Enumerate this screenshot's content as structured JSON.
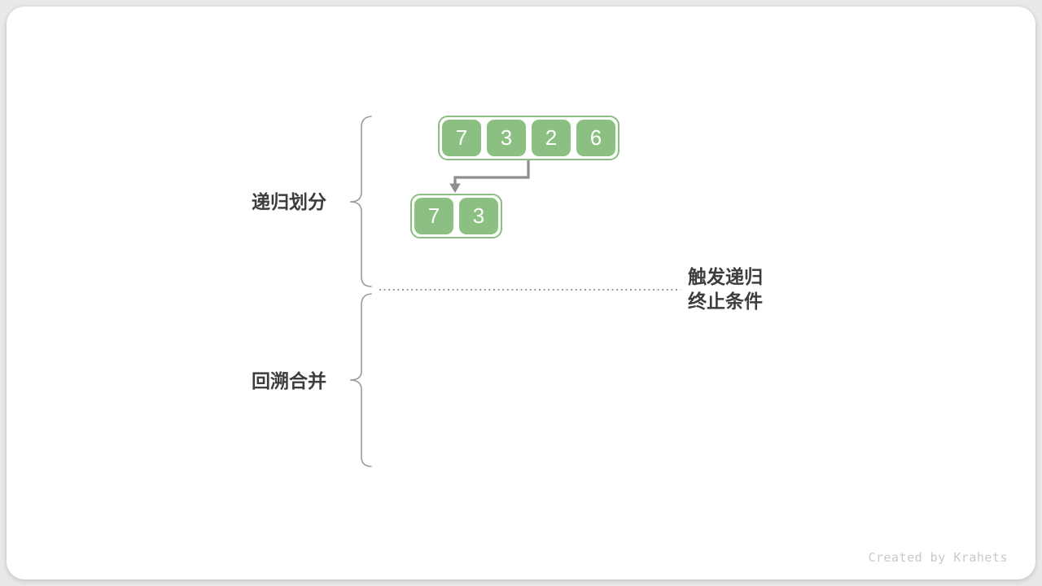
{
  "diagram": {
    "phase_labels": {
      "recursive_partition": "递归划分",
      "backtrack_merge": "回溯合并"
    },
    "termination_label": {
      "line1": "触发递归",
      "line2": "终止条件"
    },
    "arrays": {
      "top": {
        "values": [
          "7",
          "3",
          "2",
          "6"
        ]
      },
      "sub": {
        "values": [
          "7",
          "3"
        ]
      }
    },
    "colors": {
      "cell_green": "#8bc082",
      "arrow_gray": "#8e8e8e",
      "brace_gray": "#9b9b9b",
      "dotted_line_gray": "#9b9b9b",
      "label_text": "#3d3d3d",
      "watermark_gray": "#c9c9c9",
      "card_background": "#ffffff",
      "page_background": "#e9e9e9"
    },
    "watermark": "Created by Krahets"
  }
}
